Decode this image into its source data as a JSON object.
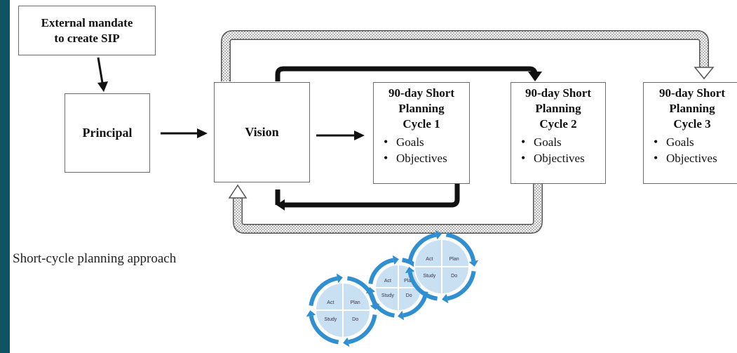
{
  "colors": {
    "side_bar": "#0e5561",
    "arrow": "#111111",
    "dotted_band": "#d9d9d9",
    "pdsa_blue": "#2f8fd0",
    "pdsa_light": "#c9dff2"
  },
  "mandate": {
    "line1": "External mandate",
    "line2": "to create SIP"
  },
  "principal": {
    "label": "Principal"
  },
  "vision": {
    "label": "Vision"
  },
  "cycles": [
    {
      "title1": "90-day Short",
      "title2": "Planning",
      "title3": "Cycle 1",
      "bullet1": "Goals",
      "bullet2": "Objectives"
    },
    {
      "title1": "90-day Short",
      "title2": "Planning",
      "title3": "Cycle 2",
      "bullet1": "Goals",
      "bullet2": "Objectives"
    },
    {
      "title1": "90-day Short",
      "title2": "Planning",
      "title3": "Cycle 3",
      "bullet1": "Goals",
      "bullet2": "Objectives"
    }
  ],
  "caption": "Short-cycle planning approach",
  "pdsa": {
    "act": "Act",
    "plan": "Plan",
    "study": "Study",
    "do": "Do"
  }
}
